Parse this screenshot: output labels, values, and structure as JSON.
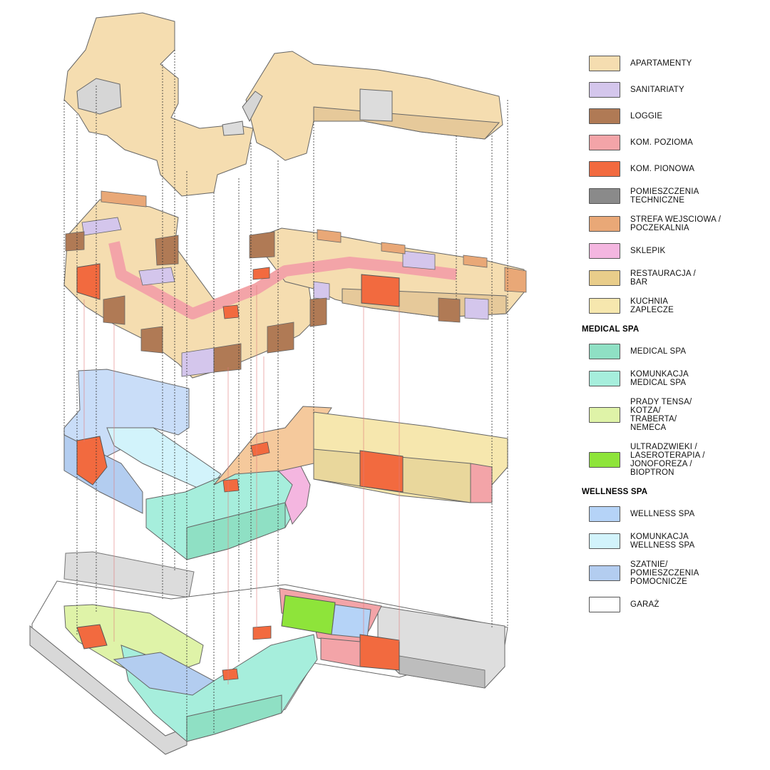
{
  "legend": {
    "general_items": [
      {
        "key": "apartamenty",
        "label": "APARTAMENTY",
        "color": "#f5ddb0"
      },
      {
        "key": "sanitariaty",
        "label": "SANITARIATY",
        "color": "#d4c6ec"
      },
      {
        "key": "loggie",
        "label": "LOGGIE",
        "color": "#b07a55"
      },
      {
        "key": "kom-pozioma",
        "label": "KOM. POZIOMA",
        "color": "#f3a4a8"
      },
      {
        "key": "kom-pionowa",
        "label": "KOM. PIONOWA",
        "color": "#f26a3f"
      },
      {
        "key": "pomieszczenia-techniczne",
        "label": "POMIESZCZENIA\nTECHNICZNE",
        "color": "#8a8a8a"
      },
      {
        "key": "strefa-wejsciowa",
        "label": "STREFA WEJSCIOWA /\nPOCZEKALNIA",
        "color": "#e9a877"
      },
      {
        "key": "sklepik",
        "label": "SKLEPIK",
        "color": "#f4b6e0"
      },
      {
        "key": "restauracja",
        "label": "RESTAURACJA /\nBAR",
        "color": "#e9cd8a"
      },
      {
        "key": "kuchnia",
        "label": "KUCHNIA\nZAPLECZE",
        "color": "#f6e7ae"
      }
    ],
    "medical_spa_heading": "MEDICAL SPA",
    "medical_items": [
      {
        "key": "medical-spa",
        "label": "MEDICAL SPA",
        "color": "#8fe0c4"
      },
      {
        "key": "komunikacja-medical",
        "label": "KOMUNKACJA\nMEDICAL SPA",
        "color": "#a6eedc"
      },
      {
        "key": "prady",
        "label": "PRADY TENSA/\nKOTZA/\nTRABERTA/\nNEMECA",
        "color": "#dff3a8"
      },
      {
        "key": "ultradzwieki",
        "label": "ULTRADZWIEKI /\nLASEROTERAPIA /\nJONOFOREZA /\nBIOPTRON",
        "color": "#8ee43a"
      }
    ],
    "wellness_spa_heading": "WELLNESS SPA",
    "wellness_items": [
      {
        "key": "wellness-spa",
        "label": "WELLNESS SPA",
        "color": "#b5d3f7"
      },
      {
        "key": "komunikacja-wellness",
        "label": "KOMUNKACJA\nWELLNESS SPA",
        "color": "#d2f3fb"
      },
      {
        "key": "szatnie",
        "label": "SZATNIE/\nPOMIESZCZENIA\nPOMOCNICZE",
        "color": "#b3cdf0"
      },
      {
        "key": "garaz",
        "label": "GARAŻ",
        "color": "#ffffff"
      }
    ]
  }
}
